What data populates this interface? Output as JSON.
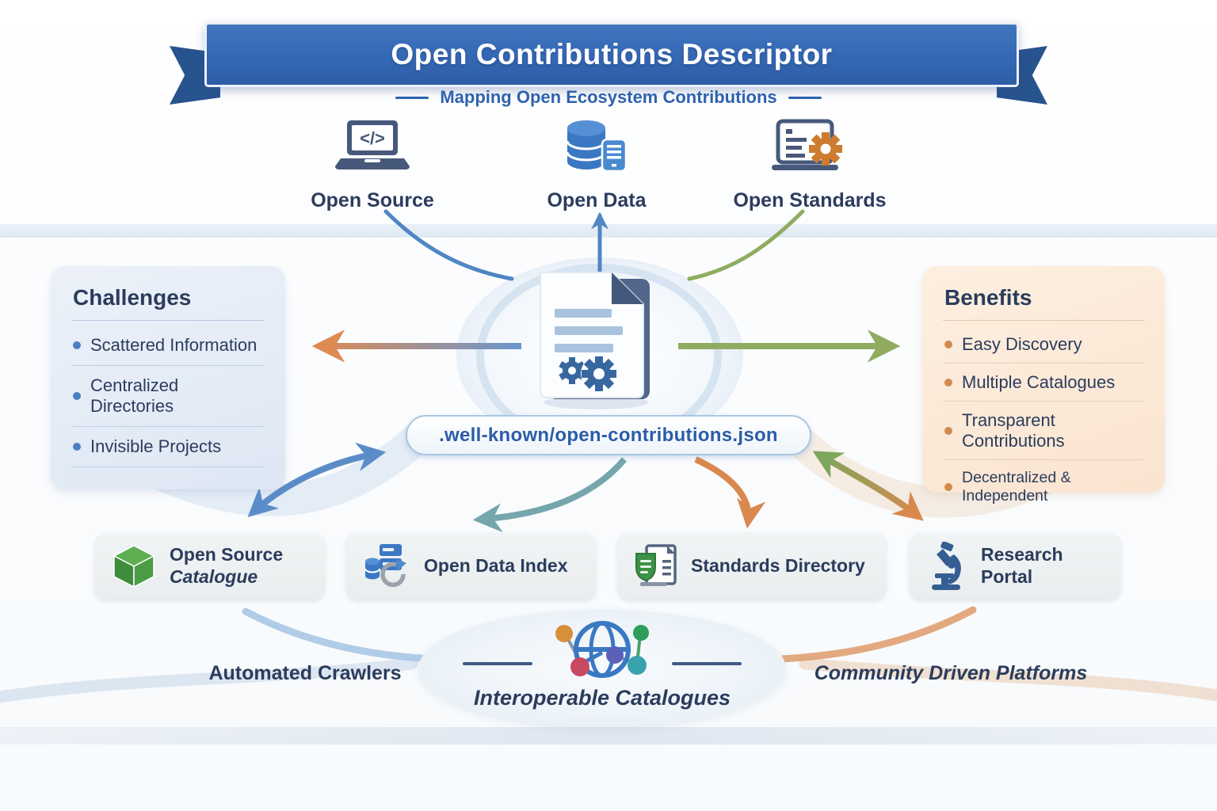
{
  "banner": {
    "title": "Open Contributions Descriptor",
    "subtitle": "Mapping Open Ecosystem Contributions"
  },
  "top_items": [
    {
      "label": "Open Source",
      "icon": "laptop-code-icon"
    },
    {
      "label": "Open Data",
      "icon": "database-icon"
    },
    {
      "label": "Open Standards",
      "icon": "laptop-gear-icon"
    }
  ],
  "challenges": {
    "title": "Challenges",
    "items": [
      "Scattered Information",
      "Centralized Directories",
      "Invisible Projects"
    ]
  },
  "benefits": {
    "title": "Benefits",
    "items": [
      "Easy Discovery",
      "Multiple Catalogues",
      "Transparent Contributions",
      "Decentralized & Independent"
    ]
  },
  "center": {
    "icon": "document-gear-icon",
    "descriptor_path": ".well-known/open-contributions.json"
  },
  "catalogues": [
    {
      "line1": "Open Source",
      "line2": "Catalogue",
      "icon": "cube-icon"
    },
    {
      "label": "Open Data Index",
      "icon": "database-sync-icon"
    },
    {
      "label": "Standards Directory",
      "icon": "document-shield-icon"
    },
    {
      "label": "Research Portal",
      "icon": "microscope-icon"
    }
  ],
  "footer": {
    "left_label": "Automated Crawlers",
    "center_label": "Interoperable Catalogues",
    "right_label": "Community Driven Platforms",
    "icon": "globe-network-icon"
  },
  "colors": {
    "banner_blue": "#3568b4",
    "accent_blue": "#2f62ae",
    "navy_text": "#2b3c5c",
    "challenges_bg": "#e3ebf6",
    "benefits_bg": "#fcead9",
    "arrow_blue": "#5b8cc8",
    "arrow_teal": "#74a6ab",
    "arrow_orange": "#d9884e",
    "arrow_green": "#8fac60",
    "cube_green": "#4c9c46",
    "gear_orange": "#cd7b2e"
  }
}
